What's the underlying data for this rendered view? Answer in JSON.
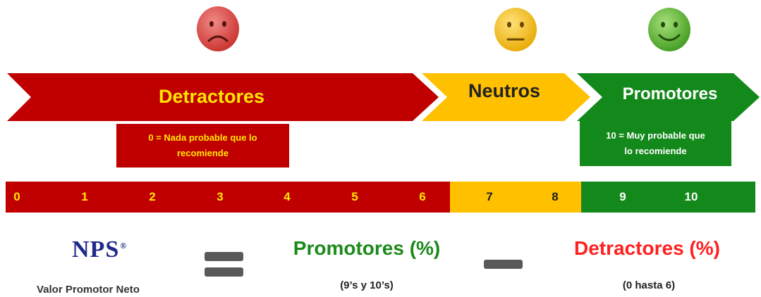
{
  "bands": {
    "detractores": {
      "label": "Detractores",
      "color": "#c00000",
      "text_color": "#ffe600"
    },
    "neutros": {
      "label": "Neutros",
      "color": "#ffc000",
      "text_color": "#222222"
    },
    "promotores": {
      "label": "Promotores",
      "color": "#14891b",
      "text_color": "#ffffff"
    }
  },
  "notes": {
    "low_line1": "0 = Nada probable que lo",
    "low_line2": "recomiende",
    "high_line1": "10 = Muy probable que",
    "high_line2": "lo recomiende"
  },
  "scale": {
    "ticks": [
      "0",
      "1",
      "2",
      "3",
      "4",
      "5",
      "6",
      "7",
      "8",
      "9",
      "10"
    ]
  },
  "faces": [
    {
      "name": "sad",
      "color": "#d9534f"
    },
    {
      "name": "neutral",
      "color": "#f0b800"
    },
    {
      "name": "happy",
      "color": "#5cb82e"
    }
  ],
  "formula": {
    "nps_logo": "NPS",
    "nps_registered": "®",
    "nps_subtitle": "Valor Promotor Neto",
    "promotores_term": "Promotores (%)",
    "promotores_sub": "(9’s y 10’s)",
    "detractores_term": "Detractores (%)",
    "detractores_sub": "(0 hasta 6)",
    "promotores_color": "#1a8a1a",
    "detractores_color": "#ff2020"
  }
}
